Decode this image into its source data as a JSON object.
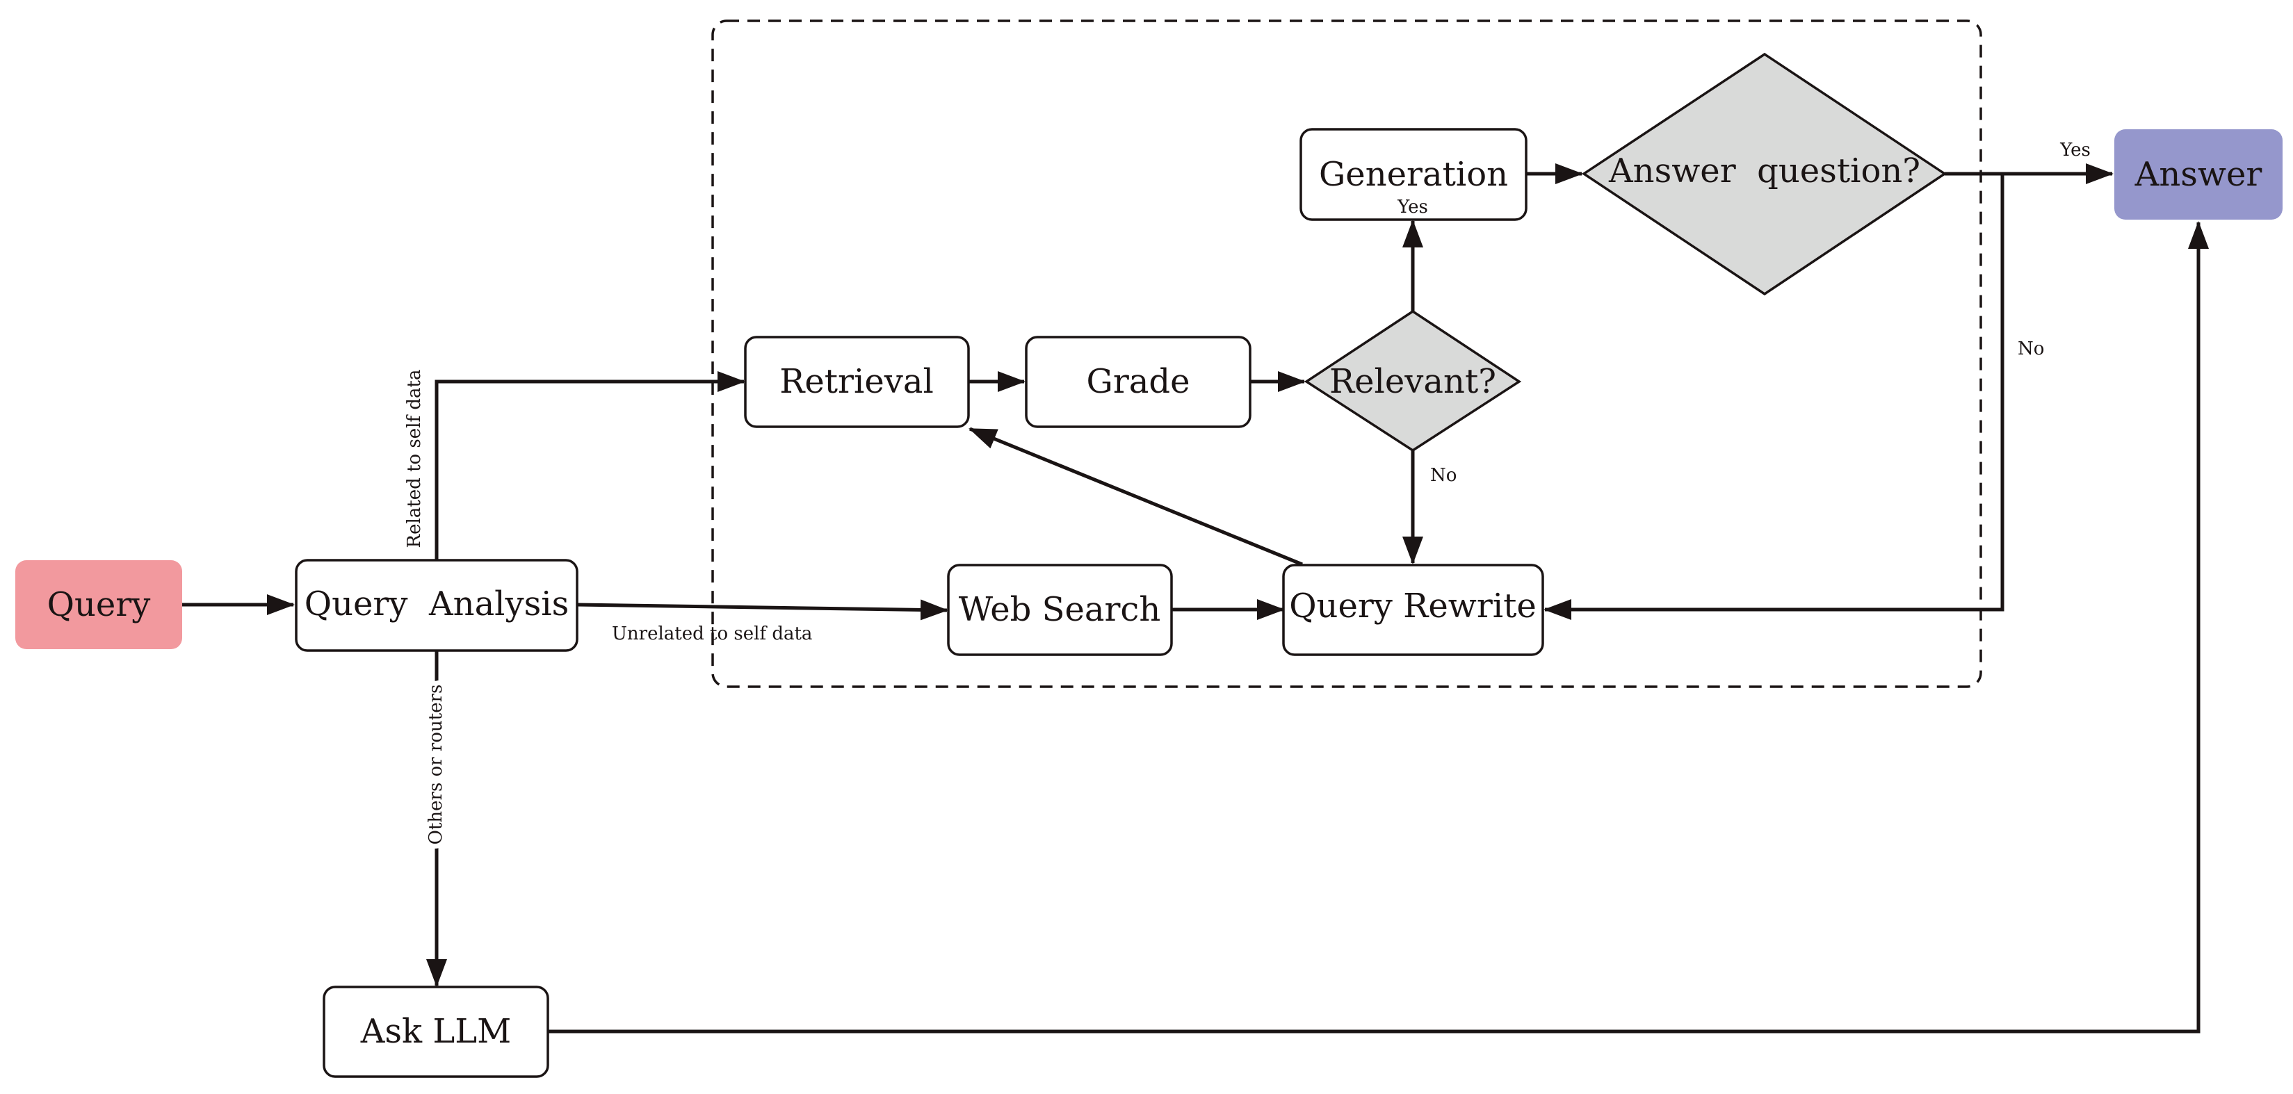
{
  "colors": {
    "query_fill": "#f2999e",
    "answer_fill": "#9597cc",
    "diamond_fill": "#d9dad9",
    "line": "#1a1414"
  },
  "nodes": {
    "query": "Query",
    "query_analysis": "Query  Analysis",
    "retrieval": "Retrieval",
    "grade": "Grade",
    "relevant": "Relevant?",
    "generation": "Generation",
    "answer_question": "Answer  question?",
    "answer": "Answer",
    "web_search": "Web Search",
    "query_rewrite": "Query Rewrite",
    "ask_llm": "Ask LLM"
  },
  "edge_labels": {
    "related": "Related to self data",
    "unrelated": "Unrelated to self data",
    "others": "Others or routers",
    "relevant_yes": "Yes",
    "relevant_no": "No",
    "answer_yes": "Yes",
    "answer_no": "No"
  }
}
